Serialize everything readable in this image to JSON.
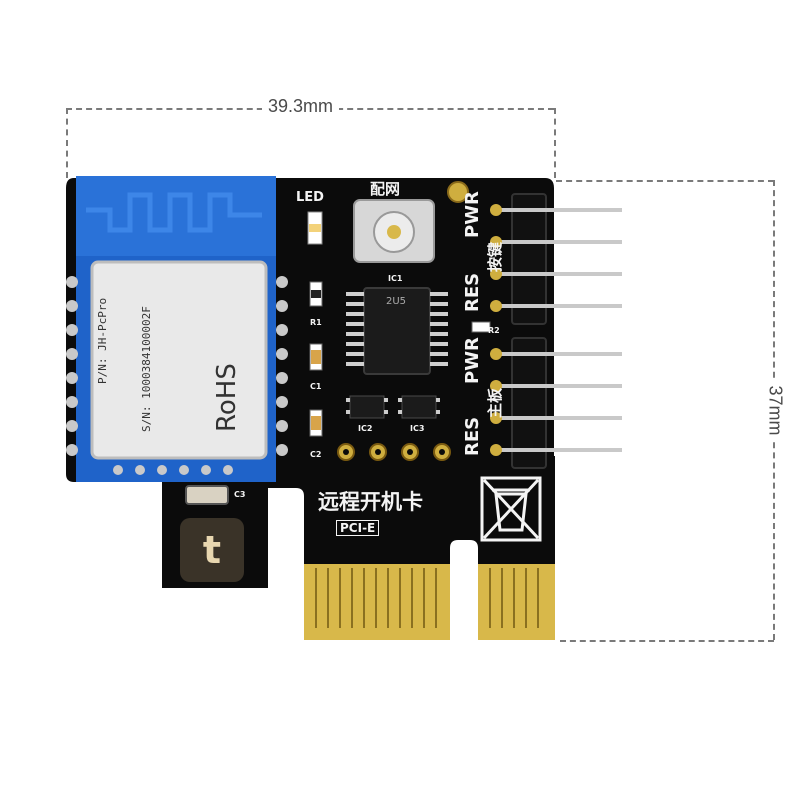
{
  "dimensions": {
    "width_label": "39.3mm",
    "height_label": "37mm"
  },
  "module": {
    "pn": "P/N: JH-PcPro",
    "sn": "S/N: 1000384100002F",
    "rohs": "RoHS"
  },
  "silkscreen": {
    "led": "LED",
    "pairing": "配网",
    "ic1": "IC1",
    "ic2": "IC2",
    "ic3": "IC3",
    "r1": "R1",
    "r2": "R2",
    "c1": "C1",
    "c2": "C2",
    "c3": "C3",
    "header_top_pwr": "PWR",
    "header_top_res": "RES",
    "header_top_cn": "按键",
    "header_bottom_pwr": "PWR",
    "header_bottom_res": "RES",
    "header_bottom_cn": "主板",
    "card_name": "远程开机卡",
    "interface": "PCI-E",
    "chip_marking": "2U5"
  },
  "colors": {
    "pcb": "#0b0b0b",
    "module_blue": "#1f63c9",
    "gold": "#d8b84a",
    "silkscreen": "#f4f4f4"
  }
}
